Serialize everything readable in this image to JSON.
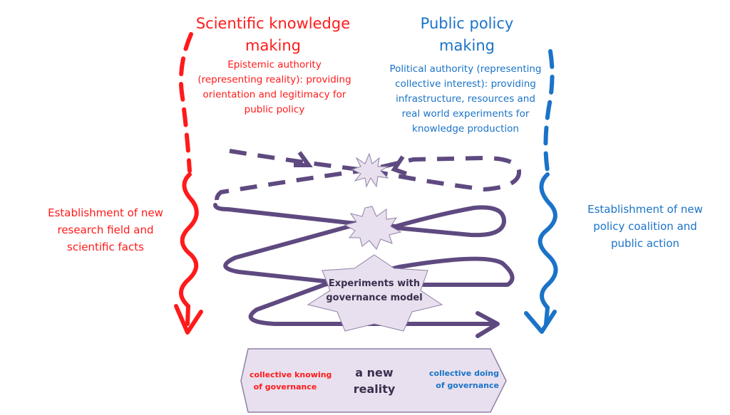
{
  "science": {
    "title_line1": "Scientific knowledge",
    "title_line2": "making",
    "desc": [
      "Epistemic authority",
      "(representing reality): providing",
      "orientation and legitimacy for",
      "public policy"
    ],
    "outcome": [
      "Establishment of new",
      "research field and",
      "scientific facts"
    ]
  },
  "policy": {
    "title_line1": "Public policy",
    "title_line2": "making",
    "desc": [
      "Political authority (representing",
      "collective interest): providing",
      "infrastructure, resources and",
      "real world experiments for",
      "knowledge production"
    ],
    "outcome": [
      "Establishment of new",
      "policy coalition and",
      "public action"
    ]
  },
  "center": {
    "experiments": [
      "Experiments with",
      "governance model"
    ]
  },
  "result": {
    "left": [
      "collective knowing",
      "of governance"
    ],
    "middle": [
      "a new",
      "reality"
    ],
    "right": [
      "collective doing",
      "of governance"
    ]
  },
  "colors": {
    "science": "#ff1a1a",
    "policy": "#1a73c8",
    "process": "#5e4a80",
    "fill": "#e8e0ee"
  }
}
